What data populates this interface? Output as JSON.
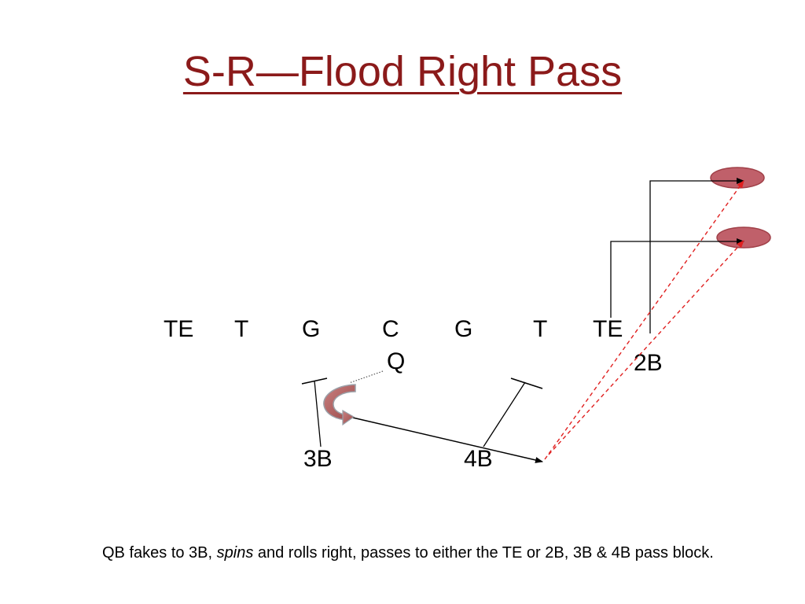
{
  "slide": {
    "title": "S-R—Flood Right Pass"
  },
  "formation": {
    "line": [
      "TE",
      "T",
      "G",
      "C",
      "G",
      "T",
      "TE"
    ],
    "backs": {
      "qb": "Q",
      "back2": "2B",
      "back3": "3B",
      "back4": "4B"
    }
  },
  "caption": {
    "part1": "QB fakes to 3B, ",
    "part2": "spins",
    "part3": " and rolls right, passes to either the TE or 2B, 3B & 4B pass block."
  },
  "colors": {
    "title": "#8b1a1a",
    "route": "#000000",
    "pass": "#e02020",
    "target_fill": "#c0606a",
    "target_stroke": "#a04048",
    "spin_arrow": "#b86a6a"
  }
}
